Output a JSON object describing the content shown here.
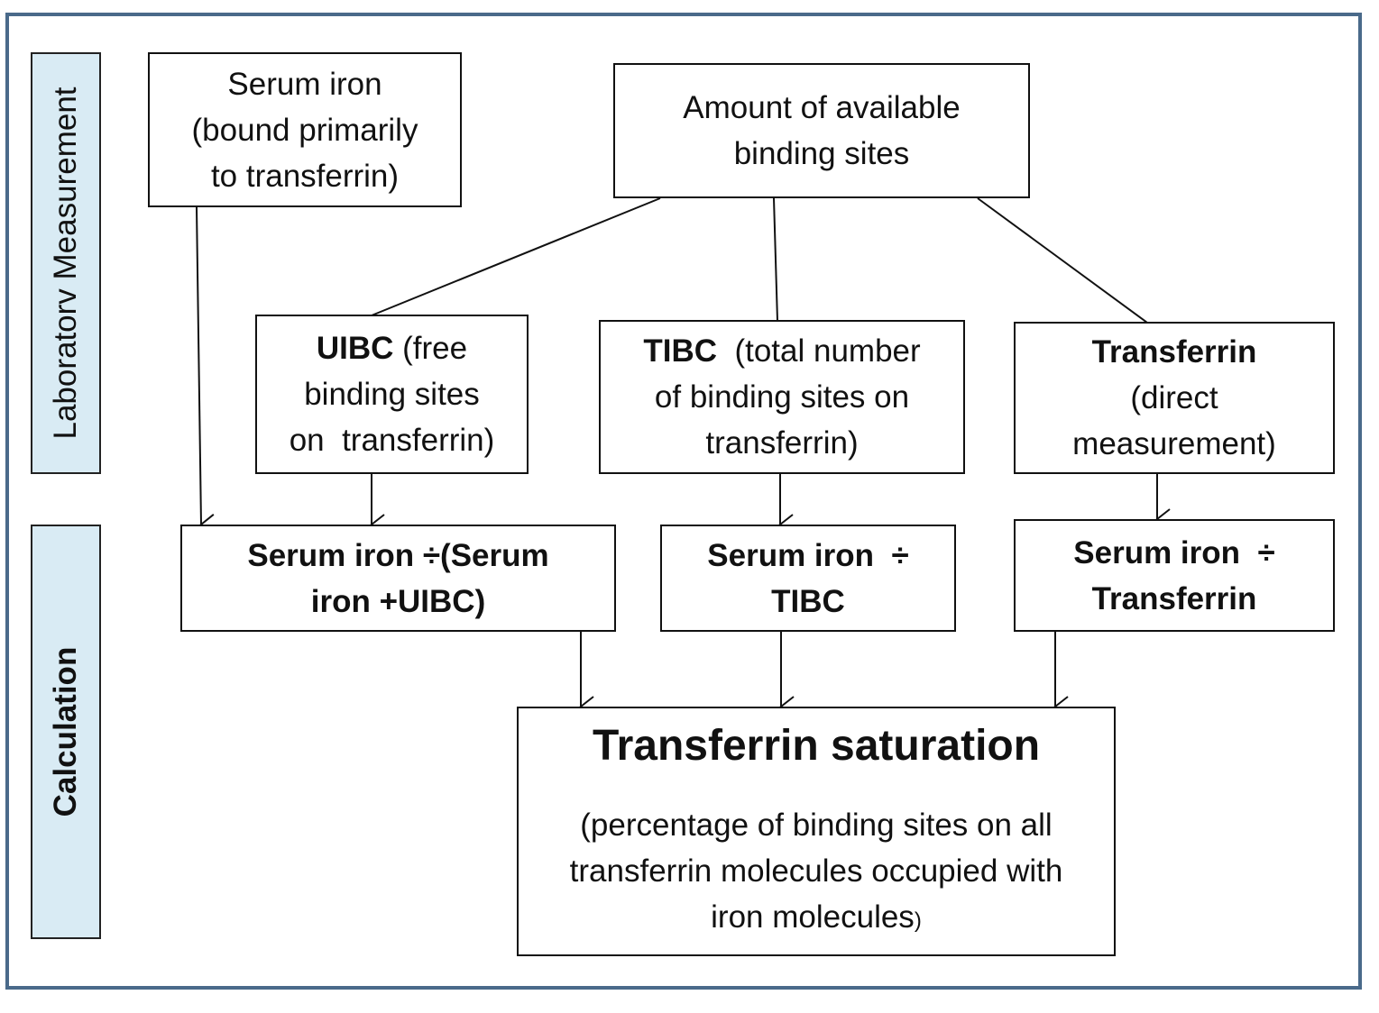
{
  "bands": {
    "lab": "Laboratorv Measurement",
    "calc": "Calculation"
  },
  "boxes": {
    "serum_iron": [
      "Serum iron",
      "(bound primarily",
      "to transferrin)"
    ],
    "binding_sites": [
      "Amount of available",
      "binding sites"
    ],
    "uibc": {
      "bold": "UIBC",
      "rest": " (free",
      "lines": [
        "binding sites",
        "on  transferrin)"
      ]
    },
    "tibc": {
      "bold": "TIBC",
      "rest": "  (total number",
      "lines": [
        "of binding sites on",
        "transferrin)"
      ]
    },
    "transferrin": {
      "bold": "Transferrin",
      "lines": [
        "(direct",
        "measurement)"
      ]
    },
    "calc_uibc": [
      "Serum iron ÷(Serum",
      "iron +UIBC)"
    ],
    "calc_tibc": [
      "Serum iron  ÷",
      "TIBC"
    ],
    "calc_tf": [
      "Serum iron  ÷",
      "Transferrin"
    ],
    "saturation": {
      "title": "Transferrin saturation",
      "lines": [
        "(percentage of binding sites on all",
        "transferrin molecules occupied with"
      ],
      "last": "iron molecules",
      "last_tail": ")"
    }
  }
}
